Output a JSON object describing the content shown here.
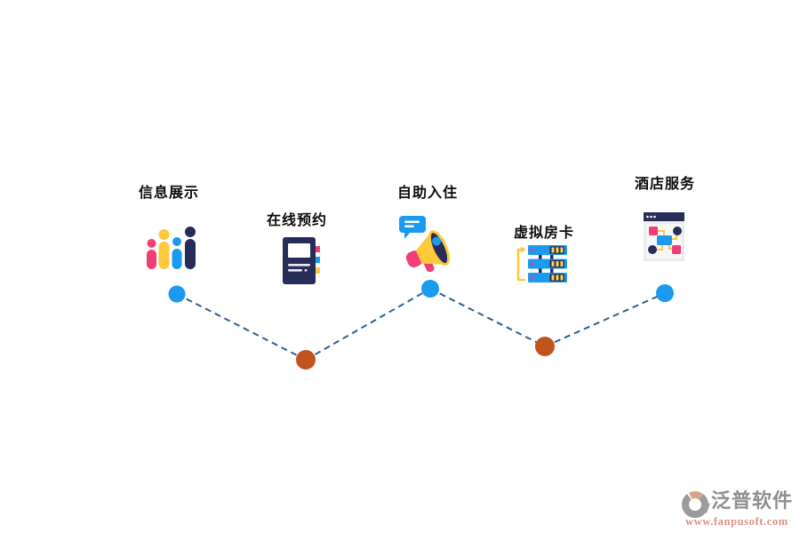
{
  "page": {
    "background": "#ffffff",
    "description_labels_visible": true
  },
  "features": {
    "items": [
      {
        "label": "信息展示",
        "icon": "bar-chart-people-icon",
        "node_color": "#1B9AEF"
      },
      {
        "label": "在线预约",
        "icon": "notebook-icon",
        "node_color": "#C1531D"
      },
      {
        "label": "自助入住",
        "icon": "megaphone-icon",
        "node_color": "#1B9AEF"
      },
      {
        "label": "虚拟房卡",
        "icon": "server-stack-icon",
        "node_color": "#C1531D"
      },
      {
        "label": "酒店服务",
        "icon": "browser-flowchart-icon",
        "node_color": "#1B9AEF"
      }
    ],
    "timeline": {
      "line_color": "#2A6099",
      "line_style": "dashed",
      "blue_node_color": "#1B9AEF",
      "orange_node_color": "#C1531D"
    }
  },
  "watermark": {
    "brand": "泛普软件",
    "url": "www.fanpusoft.com",
    "brand_color": "#8F8F8F",
    "url_color": "#DE9186"
  },
  "colors": {
    "accent_blue": "#1B9AEF",
    "accent_orange": "#C1531D",
    "navy": "#272C58",
    "pink": "#F23E77",
    "yellow": "#FFC93C"
  }
}
